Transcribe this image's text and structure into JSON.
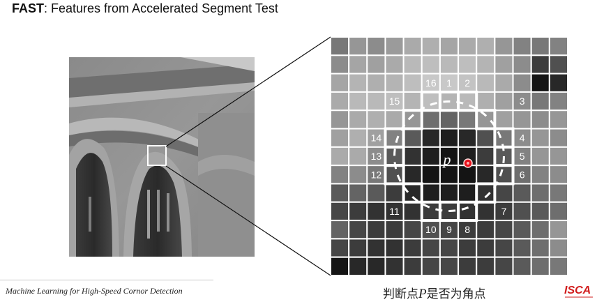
{
  "title": {
    "bold": "FAST",
    "rest": ": Features from Accelerated Segment Test"
  },
  "pixel_grid": {
    "center_label": "p",
    "circle_labels": [
      "16",
      "1",
      "2",
      "3",
      "4",
      "5",
      "6",
      "7",
      "8",
      "9",
      "10",
      "11",
      "12",
      "13",
      "14",
      "15"
    ]
  },
  "footer": {
    "citation": "Machine Learning for High-Speed Cornor Detection",
    "caption_pre": "判断点",
    "caption_var": "P",
    "caption_post": "是否为角点"
  },
  "logo": {
    "text": "ISCA"
  },
  "colors": {
    "center_point": "#e8101a",
    "grid_line": "#ffffff",
    "highlight": "#ffffff"
  }
}
